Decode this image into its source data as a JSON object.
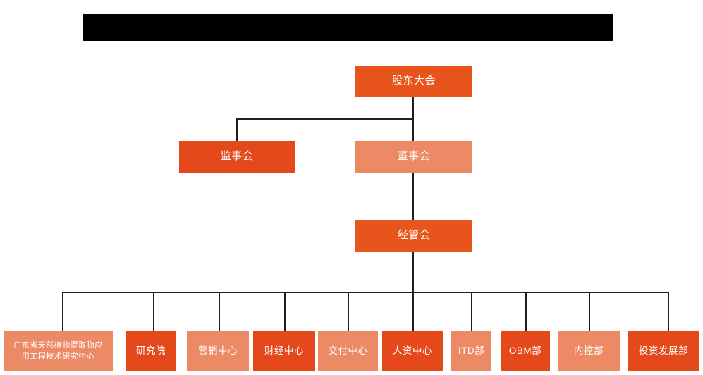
{
  "chart_data": {
    "type": "diagram",
    "title": "",
    "nodes": [
      {
        "id": "shareholders",
        "label": "股东大会",
        "level": 1
      },
      {
        "id": "supervisors",
        "label": "监事会",
        "level": 2
      },
      {
        "id": "directors",
        "label": "董事会",
        "level": 2
      },
      {
        "id": "management",
        "label": "经管会",
        "level": 3
      },
      {
        "id": "dept1",
        "label": "广东省天然植物提取物应\n用工程技术研究中心",
        "level": 4
      },
      {
        "id": "dept2",
        "label": "研究院",
        "level": 4
      },
      {
        "id": "dept3",
        "label": "营销中心",
        "level": 4
      },
      {
        "id": "dept4",
        "label": "财经中心",
        "level": 4
      },
      {
        "id": "dept5",
        "label": "交付中心",
        "level": 4
      },
      {
        "id": "dept6",
        "label": "人资中心",
        "level": 4
      },
      {
        "id": "dept7",
        "label": "ITD部",
        "level": 4
      },
      {
        "id": "dept8",
        "label": "OBM部",
        "level": 4
      },
      {
        "id": "dept9",
        "label": "内控部",
        "level": 4
      },
      {
        "id": "dept10",
        "label": "投资发展部",
        "level": 4
      }
    ]
  },
  "chart": {
    "redacted_title_bar": "",
    "level1": {
      "shareholders_meeting": "股东大会"
    },
    "level2": {
      "board_of_supervisors": "监事会",
      "board_of_directors": "董事会"
    },
    "level3": {
      "management_committee": "经管会"
    },
    "departments": [
      {
        "label": "广东省天然植物提取物应\n用工程技术研究中心",
        "tone": "light",
        "multiline": true
      },
      {
        "label": "研究院",
        "tone": "dark",
        "multiline": false
      },
      {
        "label": "营销中心",
        "tone": "light",
        "multiline": false
      },
      {
        "label": "财经中心",
        "tone": "dark",
        "multiline": false
      },
      {
        "label": "交付中心",
        "tone": "light",
        "multiline": false
      },
      {
        "label": "人资中心",
        "tone": "dark",
        "multiline": false
      },
      {
        "label": "ITD部",
        "tone": "light",
        "multiline": false
      },
      {
        "label": "OBM部",
        "tone": "dark",
        "multiline": false
      },
      {
        "label": "内控部",
        "tone": "light",
        "multiline": false
      },
      {
        "label": "投资发展部",
        "tone": "dark",
        "multiline": false
      }
    ]
  },
  "colors": {
    "orange_primary": "#E8551C",
    "orange_dark": "#E4481B",
    "orange_light": "#ED8A66",
    "connector": "#1F1F1F",
    "redaction": "#000000",
    "background": "#FFFFFF",
    "text": "#FFFFFF"
  }
}
